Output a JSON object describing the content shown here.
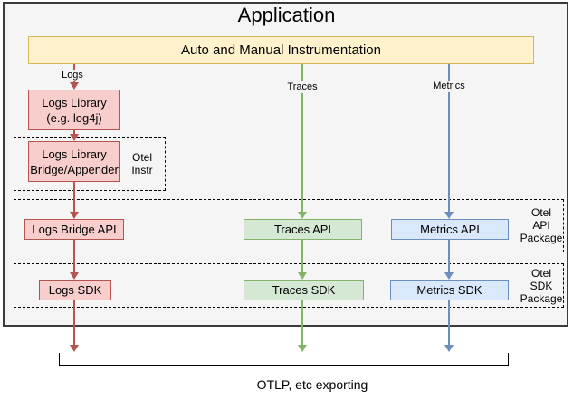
{
  "title": "Application",
  "instrumentation": {
    "label": "Auto and Manual Instrumentation"
  },
  "flows": {
    "logs": "Logs",
    "traces": "Traces",
    "metrics": "Metrics"
  },
  "nodes": {
    "logs_library": [
      "Logs Library",
      "(e.g. log4j)"
    ],
    "logs_bridge": [
      "Logs Library",
      "Bridge/Appender"
    ],
    "logs_api": "Logs Bridge API",
    "traces_api": "Traces API",
    "metrics_api": "Metrics API",
    "logs_sdk": "Logs SDK",
    "traces_sdk": "Traces SDK",
    "metrics_sdk": "Metrics SDK"
  },
  "groups": {
    "otel_instr": [
      "Otel",
      "Instr"
    ],
    "otel_api": [
      "Otel",
      "API",
      "Package"
    ],
    "otel_sdk": [
      "Otel",
      "SDK",
      "Package"
    ]
  },
  "export_label": "OTLP, etc exporting",
  "colors": {
    "app_fill": "#F5F5F5",
    "app_border": "#3b3b3b",
    "instr_fill": "#FFF2CC",
    "instr_border": "#D6B656",
    "logs_fill": "#F8CECC",
    "logs_stroke": "#B85450",
    "traces_fill": "#D5E8D4",
    "traces_stroke": "#82B366",
    "metrics_fill": "#DAE8FC",
    "metrics_stroke": "#6C8EBF"
  }
}
